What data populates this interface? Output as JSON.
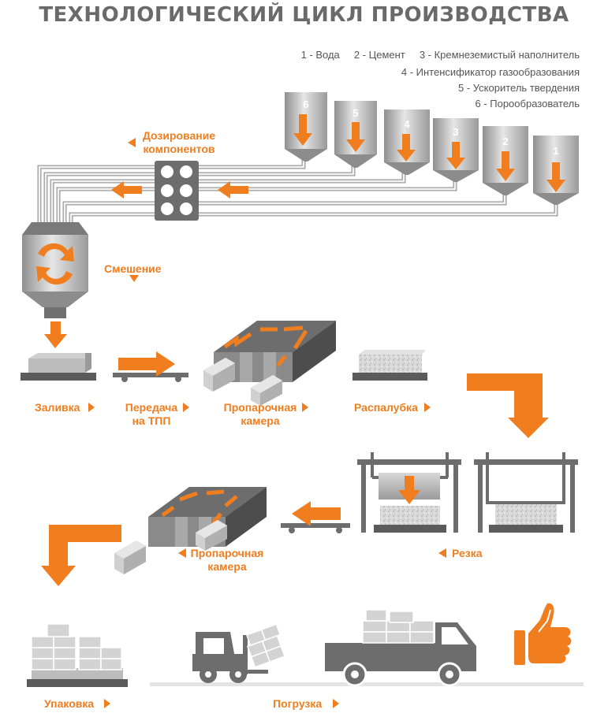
{
  "title": "ТЕХНОЛОГИЧЕСКИЙ ЦИКЛ ПРОИЗВОДСТВА",
  "legend": {
    "line1": "1 - Вода     2 - Цемент     3 - Кремнеземистый наполнитель",
    "line2": "4 - Интенсификатор газообразования",
    "line3": "5 - Ускоритель твердения",
    "line4": "6 - Порообразователь"
  },
  "silos": [
    "6",
    "5",
    "4",
    "3",
    "2",
    "1"
  ],
  "steps": {
    "dosing_line1": "Дозирование",
    "dosing_line2": "компонентов",
    "mixing": "Смешение",
    "pouring": "Заливка",
    "transfer_line1": "Передача",
    "transfer_line2": "на ТПП",
    "steam1_line1": "Пропарочная",
    "steam1_line2": "камера",
    "demolding": "Распалубка",
    "cutting": "Резка",
    "steam2_line1": "Пропарочная",
    "steam2_line2": "камера",
    "packing": "Упаковка",
    "loading": "Погрузка"
  },
  "colors": {
    "accent": "#f07d1e",
    "title": "#6a6a6a",
    "steel_dark": "#5b5b5b",
    "steel_mid": "#8c8c8c",
    "steel_light": "#cfcfcf",
    "block": "#bdbdbd"
  }
}
